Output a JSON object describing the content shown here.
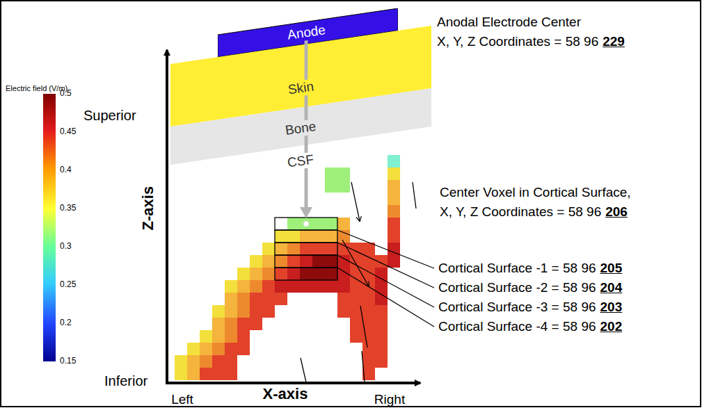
{
  "diagram": {
    "nodes": [
      {
        "text": [
          "Anode"
        ]
      },
      {
        "text": [
          "Skin"
        ]
      },
      {
        "text": [
          "Bone"
        ]
      }
    ],
    "labels": [
      "Anodal Electrode Center",
      "X, Y, Z Coordinates = 58 96",
      "229",
      "Center Voxel in Cortical Surface,",
      "X, Y, Z Coordinates = 58 96",
      "206",
      "Cortical Surface -1 = 58 96",
      "205",
      "Cortical Surface -2 = 58 96",
      "204",
      "Cortical Surface -3 = 58 96",
      "203",
      "Cortical Surface -4 = 58 96",
      "202",
      "CSF",
      "Superior",
      "Inferior",
      "Z-axis",
      "X-axis",
      "Left",
      "Right",
      "Electric field (V/m)",
      "0.5",
      "0.45",
      "0.4",
      "0.35",
      "0.3",
      "0.25",
      "0.2",
      "0.15"
    ]
  }
}
